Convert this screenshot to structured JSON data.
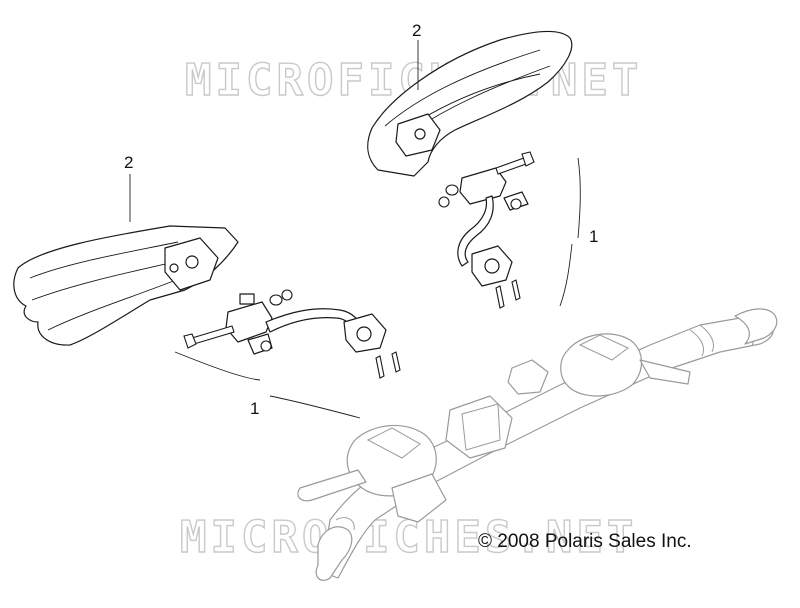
{
  "watermark": {
    "text_top": "MICROFICHES.NET",
    "text_bottom": "MICROFICHES.NET"
  },
  "callouts": {
    "handguard_right": "2",
    "handguard_left": "2",
    "mount_kit_right": "1",
    "mount_kit_left": "1"
  },
  "copyright": "© 2008 Polaris Sales Inc.",
  "colors": {
    "linework": "#1a1a1a",
    "handlebar_linework": "#9a9a9a",
    "watermark": "#c9c9c9",
    "background": "#ffffff"
  }
}
